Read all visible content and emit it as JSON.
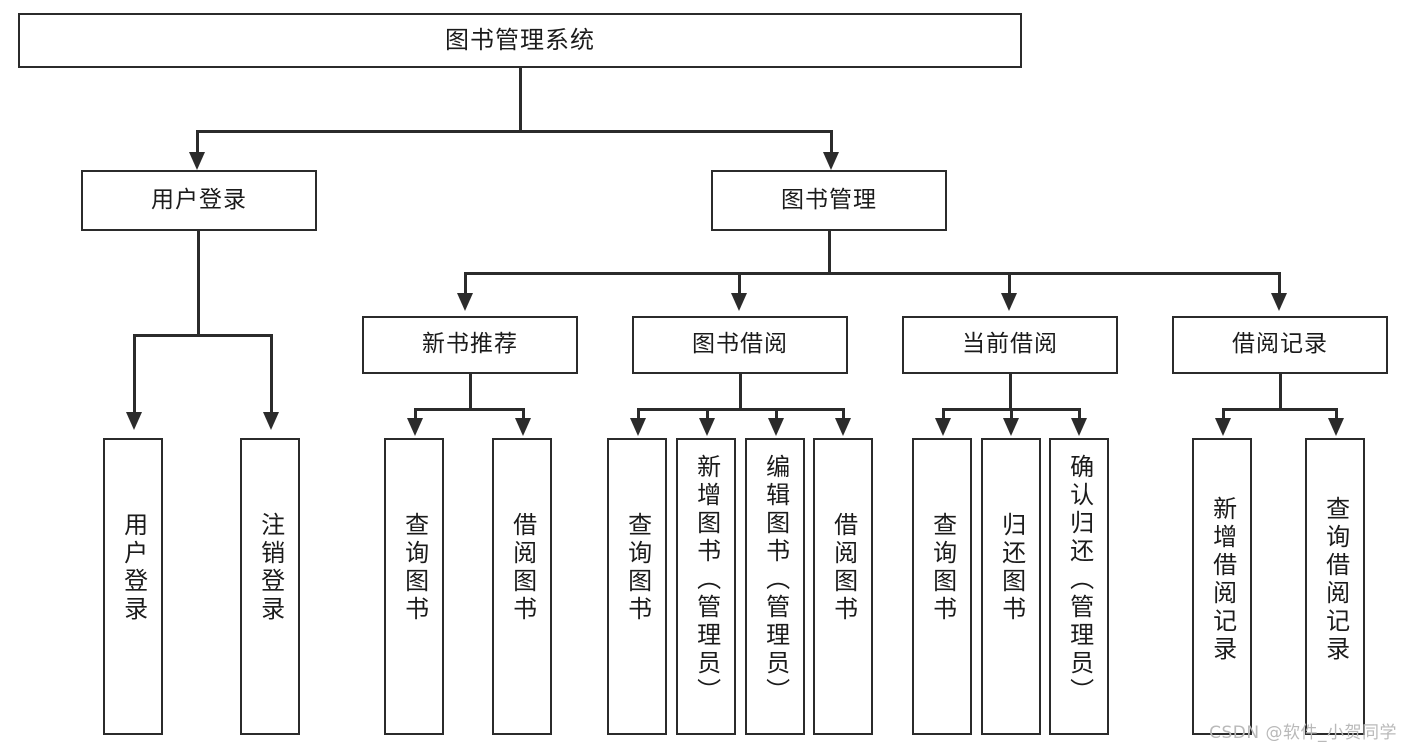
{
  "diagram": {
    "title": "图书管理系统",
    "type": "hierarchy-tree",
    "root": {
      "label": "图书管理系统"
    },
    "level2": [
      {
        "label": "用户登录"
      },
      {
        "label": "图书管理"
      }
    ],
    "level3": [
      {
        "label": "新书推荐"
      },
      {
        "label": "图书借阅"
      },
      {
        "label": "当前借阅"
      },
      {
        "label": "借阅记录"
      }
    ],
    "leaves": {
      "user_login": [
        {
          "label": "用户登录"
        },
        {
          "label": "注销登录"
        }
      ],
      "new_book_recommend": [
        {
          "label": "查询图书"
        },
        {
          "label": "借阅图书"
        }
      ],
      "book_borrow": [
        {
          "label": "查询图书"
        },
        {
          "label": "新增图书（管理员）"
        },
        {
          "label": "编辑图书（管理员）"
        },
        {
          "label": "借阅图书"
        }
      ],
      "current_borrow": [
        {
          "label": "查询图书"
        },
        {
          "label": "归还图书"
        },
        {
          "label": "确认归还（管理员）"
        }
      ],
      "borrow_record": [
        {
          "label": "新增借阅记录"
        },
        {
          "label": "查询借阅记录"
        }
      ]
    }
  },
  "watermark": {
    "text": "CSDN @软件_小贺同学"
  },
  "colors": {
    "stroke": "#2b2b2b",
    "text": "#1b1b1b",
    "background": "#ffffff",
    "watermark": "#b9b9b9"
  }
}
